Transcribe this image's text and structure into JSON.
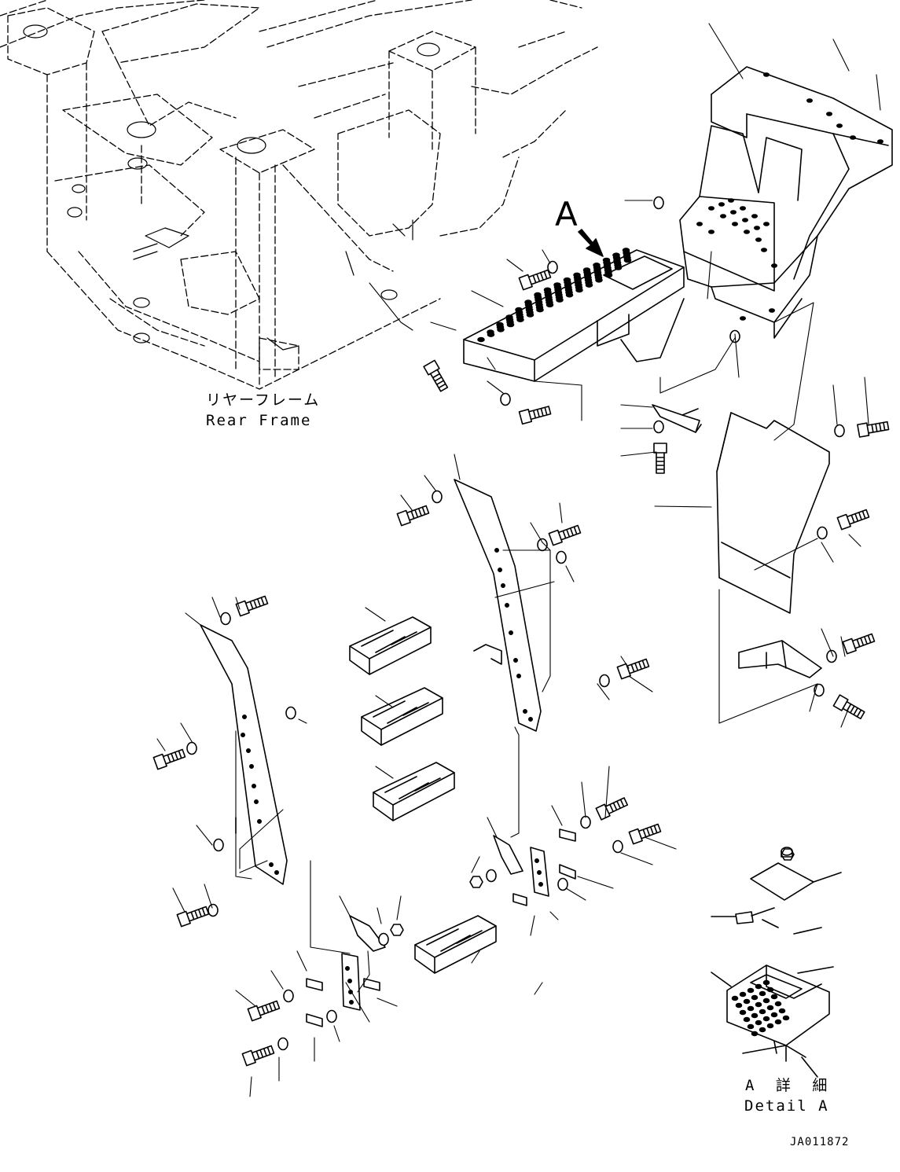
{
  "labels": {
    "rear_frame_jp": "リヤーフレーム",
    "rear_frame_en": "Rear Frame",
    "view_letter": "A",
    "detail_jp": "A 詳 細",
    "detail_en": "Detail A",
    "drawing_code": "JA011872"
  },
  "colors": {
    "line": "#000000",
    "hidden_line": "#000000",
    "background": "#ffffff"
  },
  "icons": {
    "view_arrow": "arrow-down-right-icon"
  }
}
